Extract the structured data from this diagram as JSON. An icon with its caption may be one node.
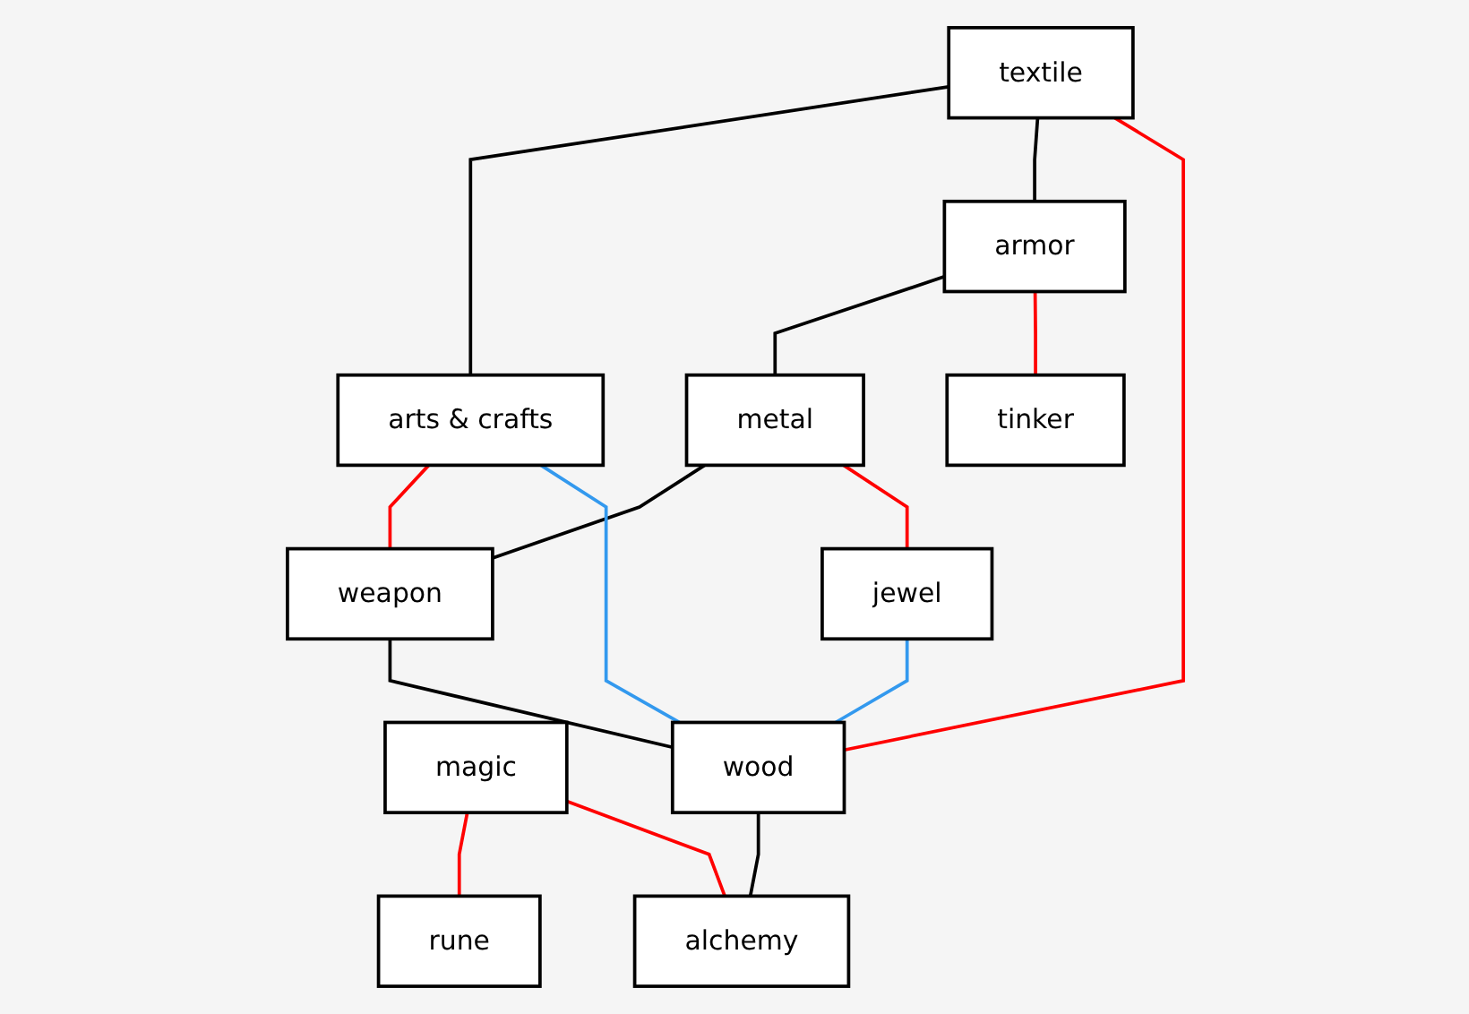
{
  "diagram": {
    "nodes": [
      {
        "text": [
          "textile"
        ]
      },
      {
        "text": [
          "arts & crafts"
        ]
      },
      {
        "text": [
          "armor"
        ]
      },
      {
        "text": [
          "jewel"
        ]
      },
      {
        "text": [
          "metal"
        ]
      },
      {
        "text": [
          "tinker"
        ]
      },
      {
        "text": [
          "weapon"
        ]
      },
      {
        "text": [
          "magic"
        ]
      },
      {
        "text": [
          "rune"
        ]
      },
      {
        "text": [
          "wood"
        ]
      },
      {
        "text": [
          "alchemy"
        ]
      }
    ],
    "edges": [
      {
        "from": 0,
        "to": 1,
        "arrow": "none"
      },
      {
        "from": 0,
        "to": 2,
        "arrow": "none"
      },
      {
        "from": 2,
        "to": 4,
        "arrow": "none"
      },
      {
        "from": 4,
        "to": 6,
        "arrow": "none"
      },
      {
        "from": 6,
        "to": 9,
        "arrow": "none"
      },
      {
        "from": 9,
        "to": 10,
        "arrow": "none"
      },
      {
        "from": 0,
        "to": 9,
        "arrow": "none",
        "color": "#ff0000"
      },
      {
        "from": 1,
        "to": 6,
        "arrow": "none",
        "color": "#ff0000"
      },
      {
        "from": 2,
        "to": 5,
        "arrow": "none",
        "color": "#ff0000"
      },
      {
        "from": 4,
        "to": 3,
        "arrow": "none",
        "color": "#ff0000"
      },
      {
        "from": 7,
        "to": 8,
        "arrow": "none",
        "color": "#ff0000"
      },
      {
        "from": 7,
        "to": 10,
        "arrow": "none",
        "color": "#ff0000"
      },
      {
        "from": 1,
        "to": 9,
        "arrow": "none",
        "color": "#3399ee"
      },
      {
        "from": 3,
        "to": 9,
        "arrow": "none",
        "color": "#3399ee"
      }
    ]
  }
}
